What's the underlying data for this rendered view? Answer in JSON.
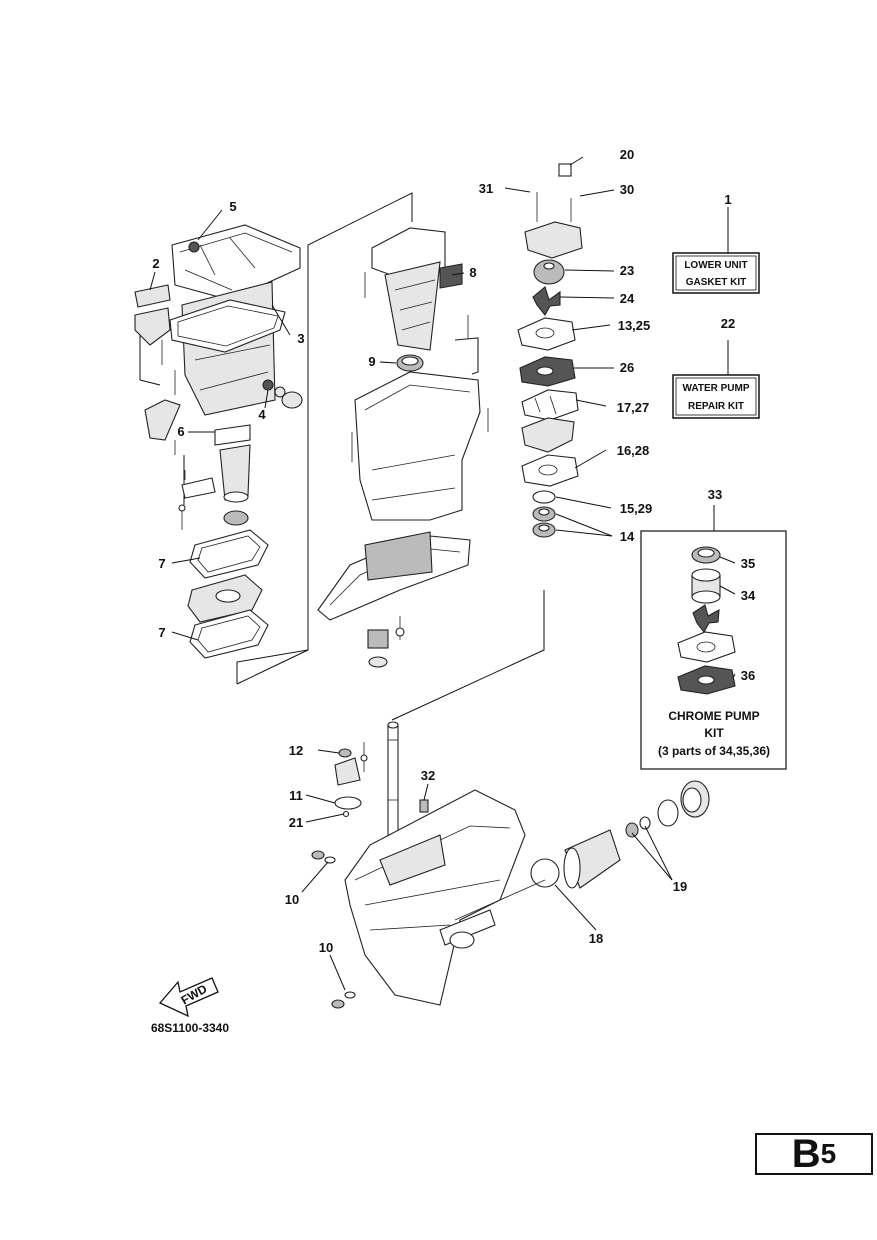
{
  "labels": {
    "l1": "1",
    "l2": "2",
    "l3": "3",
    "l4": "4",
    "l5": "5",
    "l6": "6",
    "l7a": "7",
    "l7b": "7",
    "l8": "8",
    "l9": "9",
    "l10a": "10",
    "l10b": "10",
    "l11": "11",
    "l12": "12",
    "l13_25": "13,25",
    "l14": "14",
    "l15_29": "15,29",
    "l16_28": "16,28",
    "l17_27": "17,27",
    "l18": "18",
    "l19": "19",
    "l20": "20",
    "l21": "21",
    "l22": "22",
    "l23": "23",
    "l24": "24",
    "l26": "26",
    "l30": "30",
    "l31": "31",
    "l32": "32",
    "l33": "33",
    "l34": "34",
    "l35": "35",
    "l36": "36"
  },
  "kits": {
    "lower_unit_line1": "LOWER UNIT",
    "lower_unit_line2": "GASKET KIT",
    "water_pump_line1": "WATER PUMP",
    "water_pump_line2": "REPAIR KIT",
    "chrome_line1": "CHROME PUMP",
    "chrome_line2": "KIT",
    "chrome_line3": "(3 parts of 34,35,36)"
  },
  "fwd_label": "FWD",
  "drawing_code": "68S1100-3340",
  "page_id": {
    "letter": "B",
    "number": "5"
  }
}
